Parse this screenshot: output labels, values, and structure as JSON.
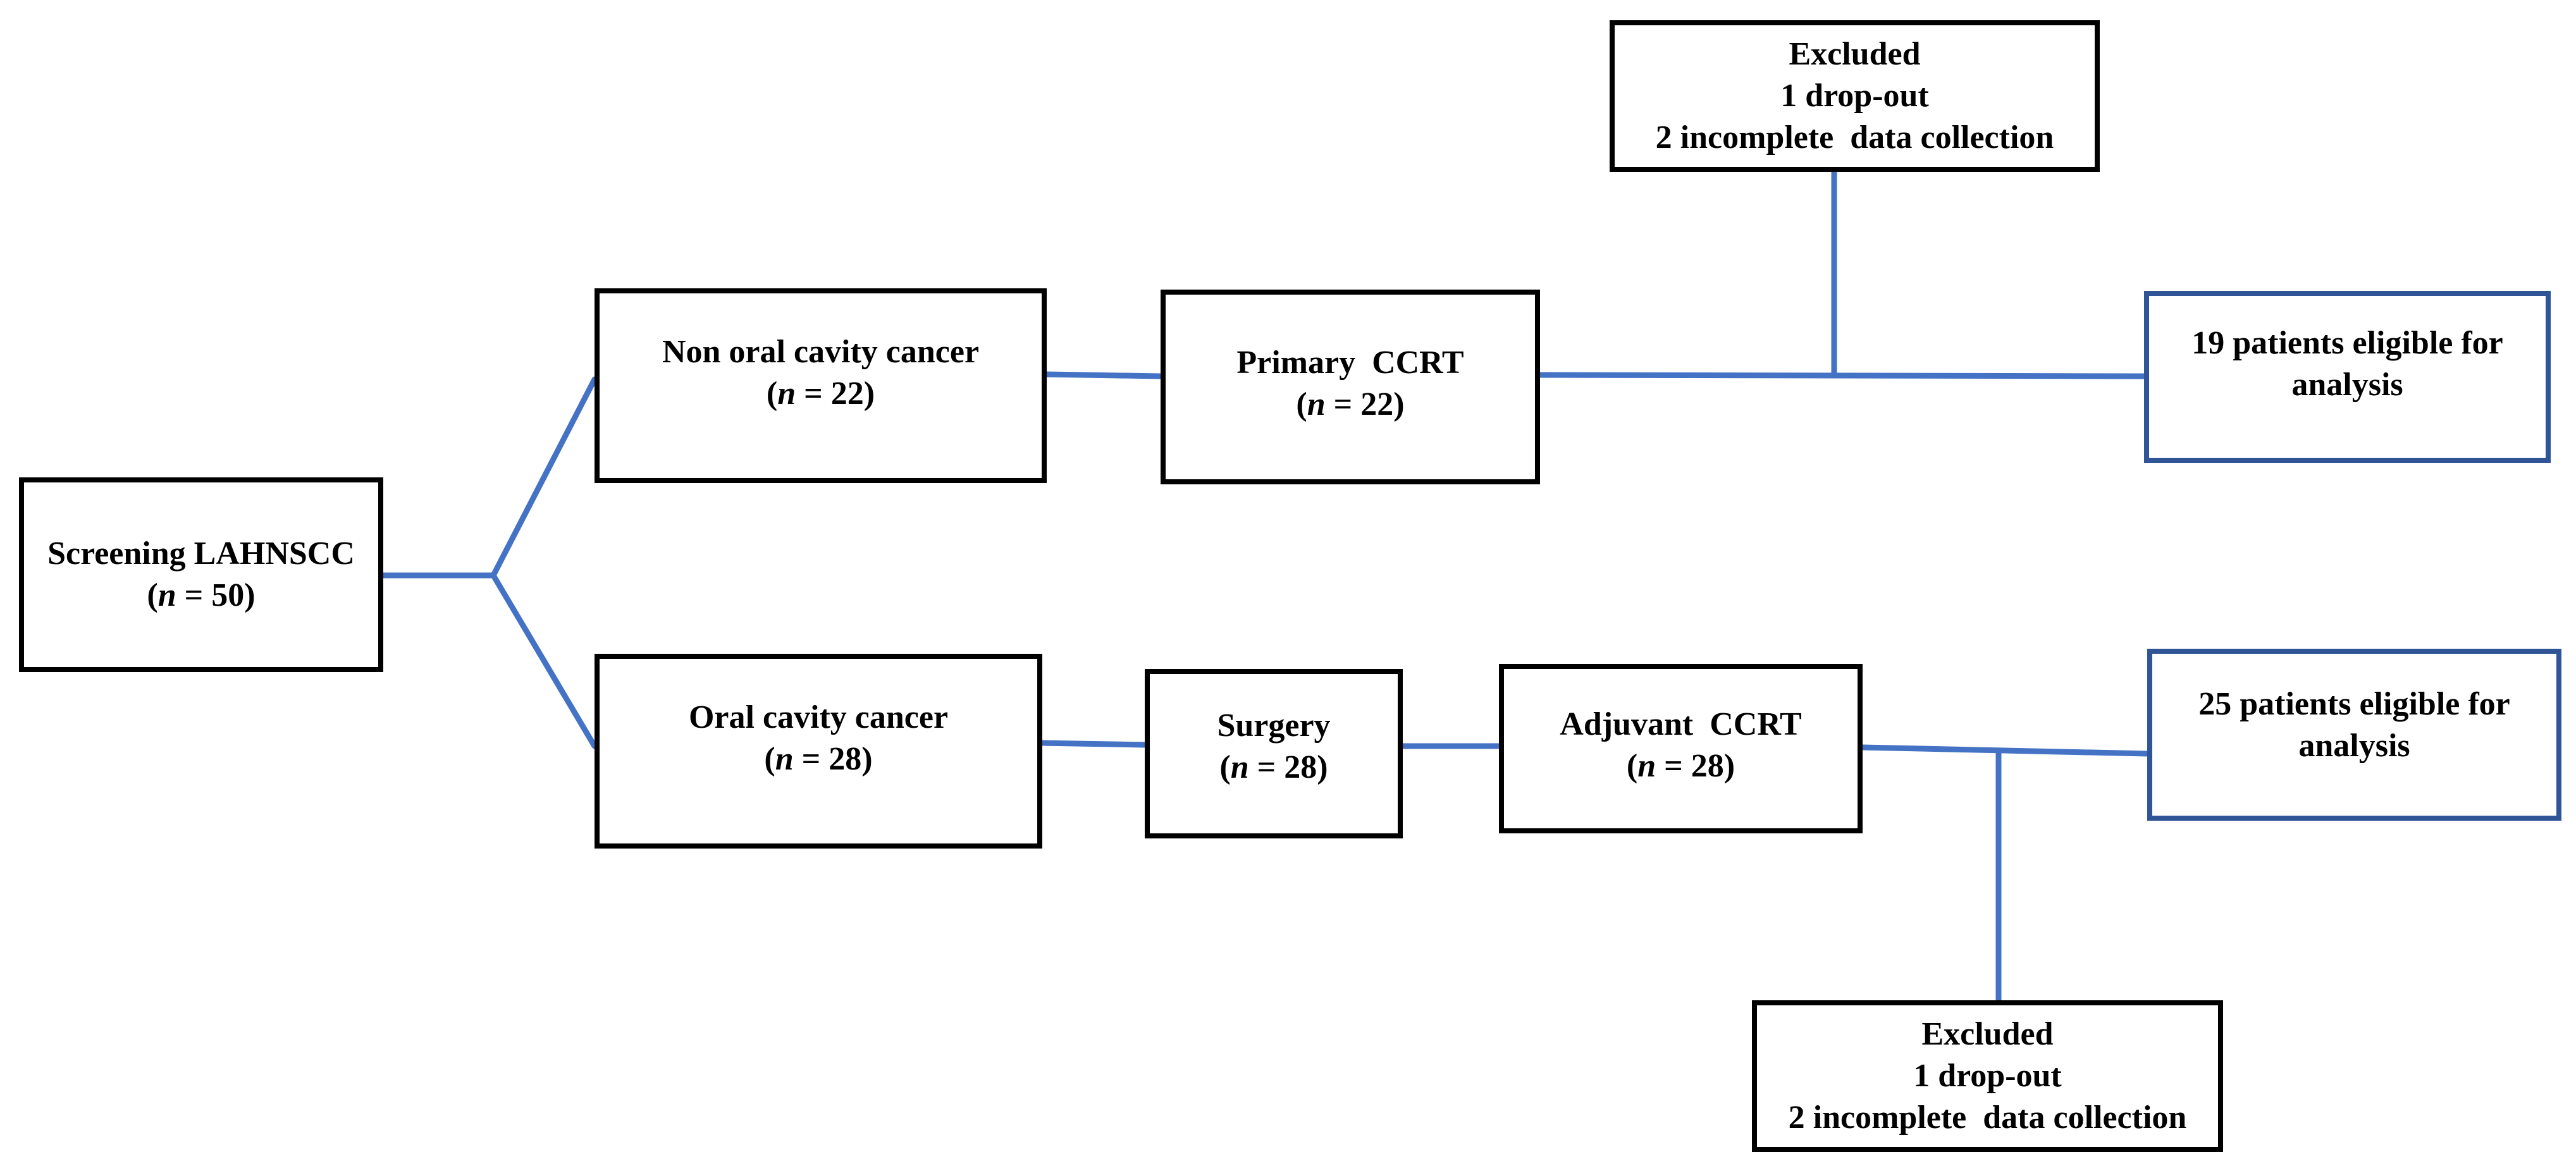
{
  "colors": {
    "connector": "#4472c4",
    "box_border": "#000000",
    "outcome_border": "#2f5597"
  },
  "nodes": {
    "screening": {
      "title": "Screening LAHNSCC",
      "n_var": "n",
      "n_rest": " = 50)"
    },
    "non_oral": {
      "title": "Non oral cavity cancer",
      "n_var": "n",
      "n_rest": " = 22)"
    },
    "oral": {
      "title": "Oral cavity cancer",
      "n_var": "n",
      "n_rest": " = 28)"
    },
    "primary_ccrt": {
      "title": "Primary  CCRT",
      "n_var": "n",
      "n_rest": " = 22)"
    },
    "surgery": {
      "title": "Surgery",
      "n_var": "n",
      "n_rest": " = 28)"
    },
    "adjuvant_ccrt": {
      "title": "Adjuvant  CCRT",
      "n_var": "n",
      "n_rest": " = 28)"
    },
    "excluded_top": {
      "title": "Excluded",
      "line1": "1 drop-out",
      "line2": "2 incomplete  data collection"
    },
    "excluded_bottom": {
      "title": "Excluded",
      "line1": "1 drop-out",
      "line2": "2 incomplete  data collection"
    },
    "eligible_top": {
      "line1": "19 patients eligible for",
      "line2": "analysis"
    },
    "eligible_bottom": {
      "line1": "25 patients eligible for",
      "line2": "analysis"
    }
  },
  "paren_open": "("
}
